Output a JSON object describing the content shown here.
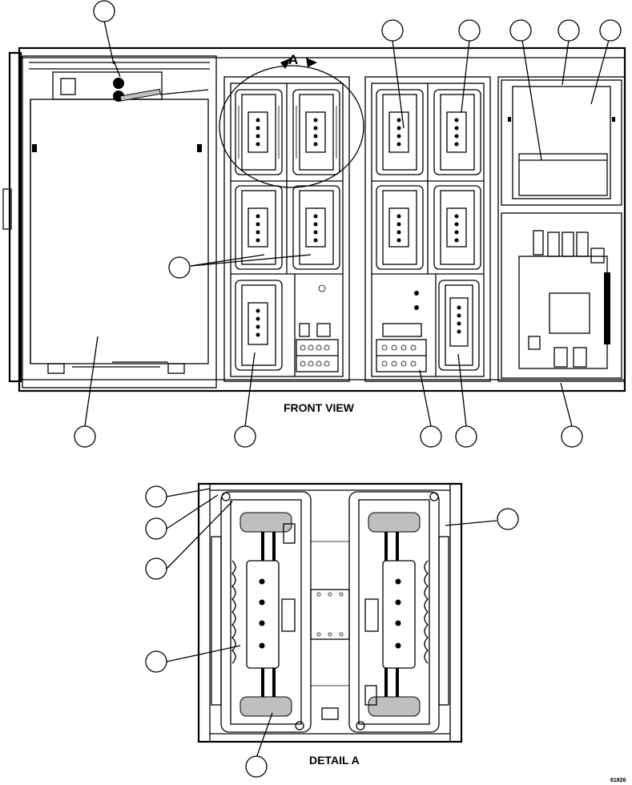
{
  "labels": {
    "front_view": "FRONT VIEW",
    "detail_a": "DETAIL A",
    "section_letter": "A",
    "figure_code": "61826"
  }
}
